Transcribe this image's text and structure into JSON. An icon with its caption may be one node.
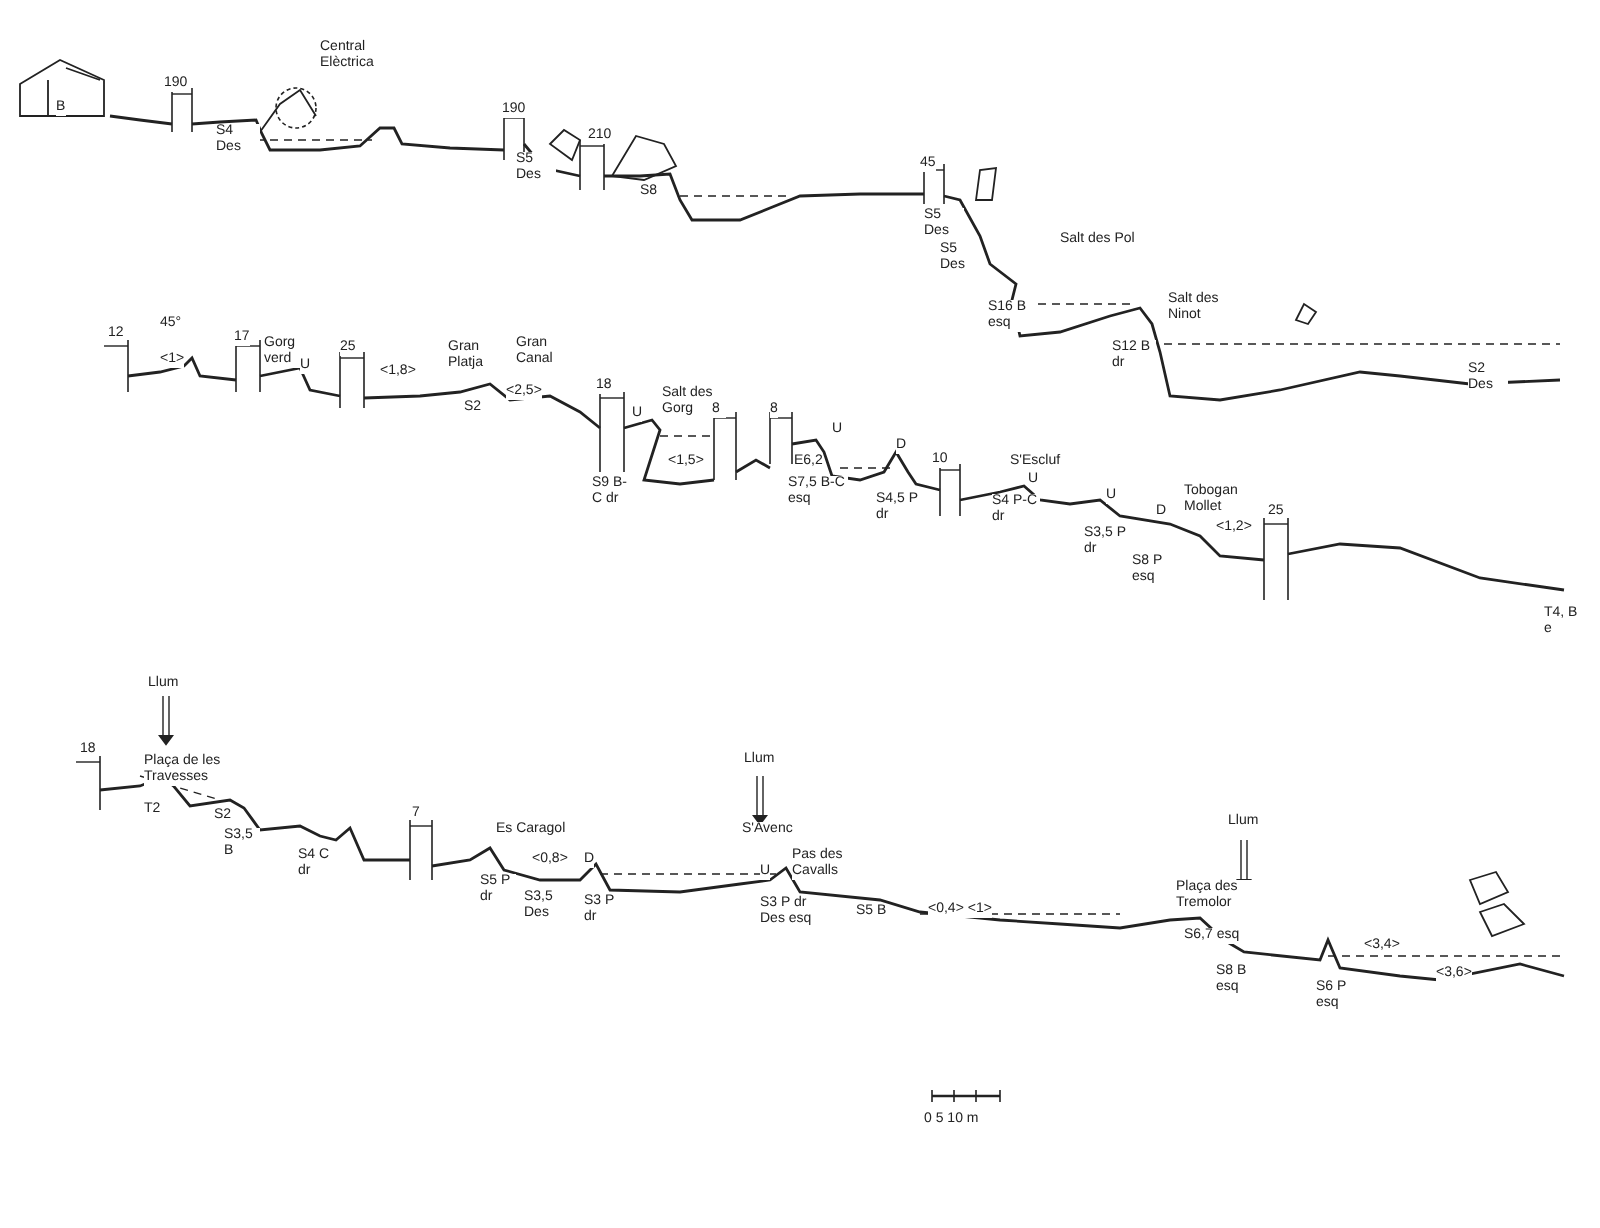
{
  "diagram": {
    "labels": [
      "Central Elèctrica",
      "B",
      "190",
      "S4 Des",
      "190",
      "S5 Des",
      "210",
      "S8",
      "45",
      "S5 Des",
      "S5 Des",
      "Salt des Pol",
      "S16 B esq",
      "Salt des Ninot",
      "S12 B dr",
      "S2 Des",
      "12",
      "45°",
      "<1>",
      "17",
      "Gorg verd",
      "U",
      "25",
      "<1,8>",
      "Gran Platja",
      "Gran Canal",
      "S2",
      "<2,5>",
      "18",
      "Salt des Gorg",
      "U",
      "S9 B-C dr",
      "<1,5>",
      "8",
      "8",
      "E6,2",
      "U",
      "S7,5 B-C esq",
      "D",
      "S4,5 P dr",
      "10",
      "S'Escluf",
      "U",
      "S4 P-C dr",
      "U",
      "S3,5 P dr",
      "Tobogan Mollet",
      "<1,2>",
      "D",
      "S8 P esq",
      "25",
      "T4, B e",
      "18",
      "Llum",
      "Plaça de les Travesses",
      "T2",
      "S2",
      "S3,5 B",
      "S4 C dr",
      "7",
      "Es Caragol",
      "S5 P dr",
      "<0,8>",
      "D",
      "S3,5 Des",
      "S3 P dr",
      "Llum",
      "S'Avenc",
      "U",
      "Pas des Cavalls",
      "S3 P dr Des esq",
      "S5 B",
      "<0,4> <1>",
      "Llum",
      "Plaça des Tremolor",
      "S6,7 esq",
      "S8 B esq",
      "S6 P esq",
      "<3,4>",
      "<3,6>",
      "0 5 10 m"
    ]
  }
}
